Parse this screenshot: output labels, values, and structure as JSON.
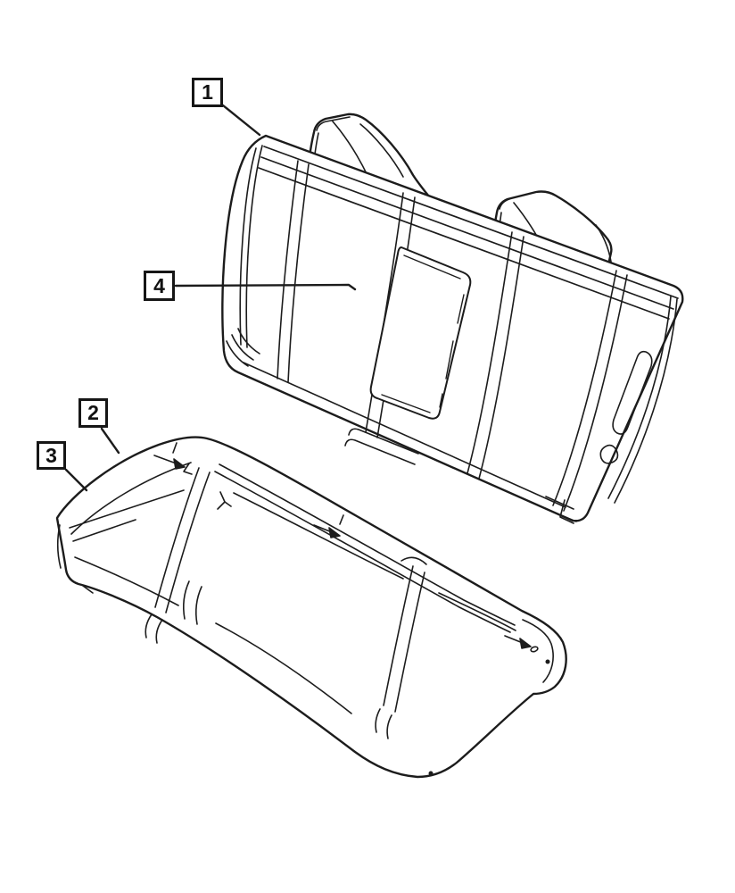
{
  "figure": {
    "type": "parts-diagram",
    "subject": "rear-seat-back-and-cushion",
    "background_color": "#ffffff",
    "line_color": "#1c1c1c",
    "callouts": [
      {
        "label": "1"
      },
      {
        "label": "2"
      },
      {
        "label": "3"
      },
      {
        "label": "4"
      }
    ]
  }
}
